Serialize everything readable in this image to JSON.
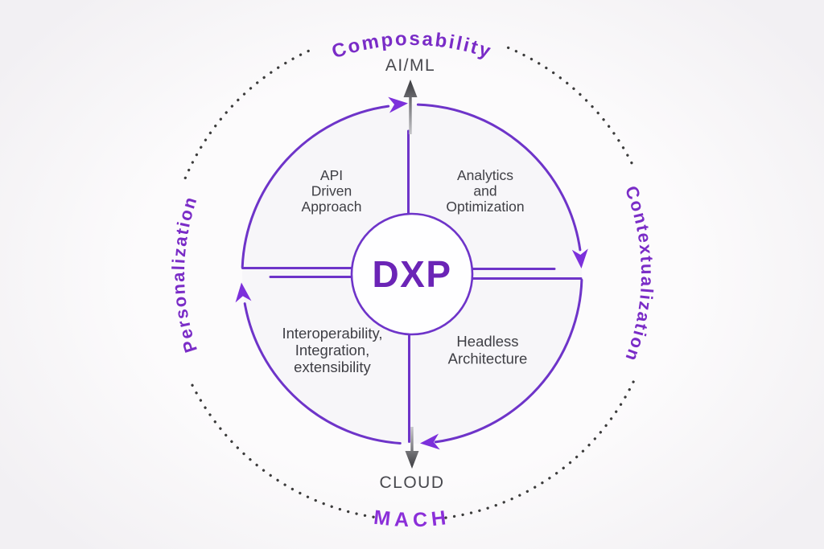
{
  "center": {
    "label": "DXP"
  },
  "axis_labels": {
    "top": "AI/ML",
    "bottom": "CLOUD"
  },
  "outer_labels": {
    "top": "Composability",
    "right": "Contextualization",
    "bottom": "MACH",
    "left": "Personalization"
  },
  "quadrants": {
    "top_left": {
      "lines": [
        "API",
        "Driven",
        "Approach"
      ]
    },
    "top_right": {
      "lines": [
        "Analytics",
        "and",
        "Optimization"
      ]
    },
    "bottom_left": {
      "lines": [
        "Interoperability,",
        "Integration,",
        "extensibility"
      ]
    },
    "bottom_right": {
      "lines": [
        "Headless",
        "Architecture"
      ]
    }
  },
  "colors": {
    "purple_stroke": "#6E34C9",
    "purple_arrow": "#7C30DB",
    "purple_label": "#7A2CC7",
    "mach_label": "#8B2FD9",
    "dxp_label": "#6B24B6",
    "text_dark": "#3F3F45",
    "gray_label": "#48484E",
    "dot_color": "#3C3C3C",
    "arrow_dark": "#3A3A3E",
    "arrow_light": "#C6C6CA",
    "quadrant_fill": "#F5F3F8",
    "inner_fill": "#FEFEFF",
    "bg_center": "#FCFBFC",
    "bg_edge": "#F2F0F3"
  }
}
